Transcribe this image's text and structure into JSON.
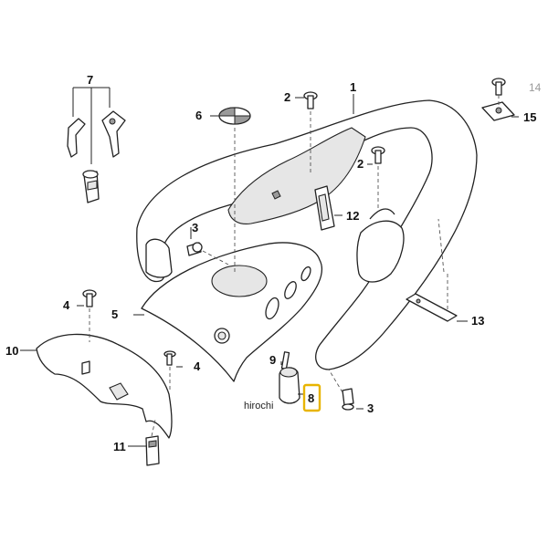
{
  "diagram": {
    "callouts": [
      {
        "id": "1",
        "text": "1"
      },
      {
        "id": "2a",
        "text": "2"
      },
      {
        "id": "2b",
        "text": "2"
      },
      {
        "id": "3a",
        "text": "3"
      },
      {
        "id": "3b",
        "text": "3"
      },
      {
        "id": "4a",
        "text": "4"
      },
      {
        "id": "4b",
        "text": "4"
      },
      {
        "id": "5",
        "text": "5"
      },
      {
        "id": "6",
        "text": "6"
      },
      {
        "id": "7",
        "text": "7"
      },
      {
        "id": "8",
        "text": "8"
      },
      {
        "id": "9",
        "text": "9"
      },
      {
        "id": "10",
        "text": "10"
      },
      {
        "id": "11",
        "text": "11"
      },
      {
        "id": "12",
        "text": "12"
      },
      {
        "id": "13",
        "text": "13"
      },
      {
        "id": "14",
        "text": "14"
      },
      {
        "id": "15",
        "text": "15"
      }
    ],
    "highlighted_part": "8",
    "highlight_color": "#e8b400",
    "watermark": "hirochi",
    "faded_callout": "14",
    "faded_color": "#9a9a9a"
  }
}
